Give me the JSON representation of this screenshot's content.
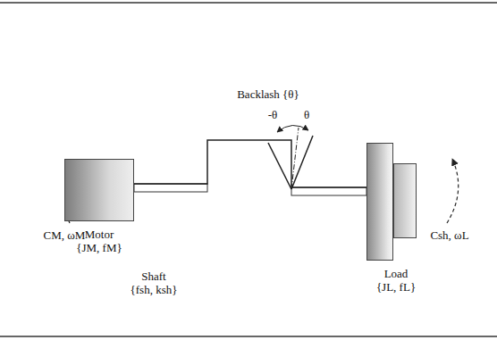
{
  "diagram": {
    "nodes": [
      {
        "text": [
          "Motor",
          "{JM, fM}"
        ]
      },
      {
        "text": [
          "Load",
          "{JL, fL}"
        ]
      }
    ],
    "edges": [
      {
        "from": 0,
        "to": 1,
        "arrow": "none"
      }
    ],
    "labels": [
      "Backlash {θ}",
      "-θ",
      "θ",
      "CM, ωM",
      "Shaft",
      "{fsh, ksh}",
      "Csh, ωL"
    ]
  }
}
